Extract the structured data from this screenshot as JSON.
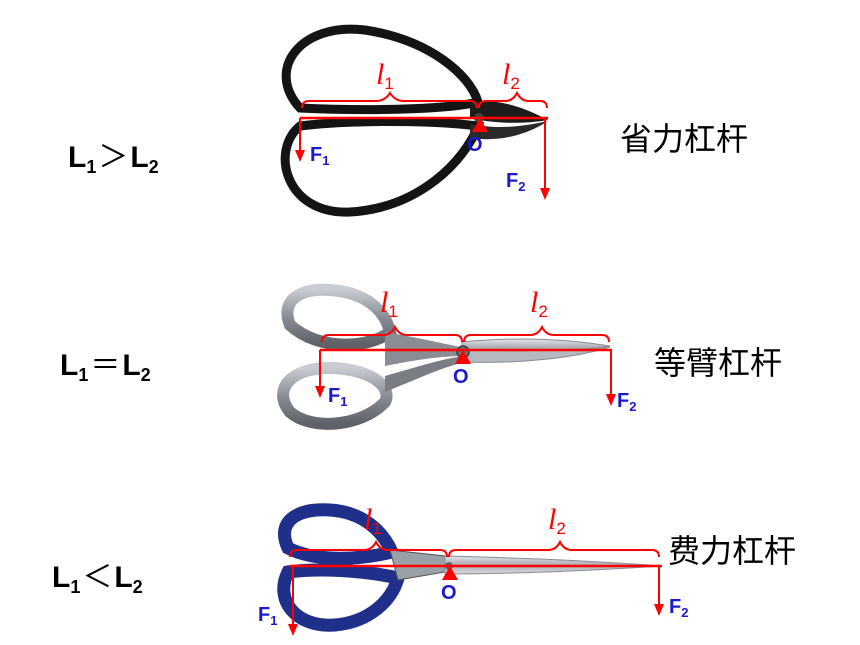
{
  "rows": [
    {
      "relation": {
        "a": "L",
        "a_sub": "1",
        "op": "＞",
        "b": "L",
        "b_sub": "2"
      },
      "category": "省力杠杆",
      "arm1": {
        "letter": "l",
        "sub": "1"
      },
      "arm2": {
        "letter": "l",
        "sub": "2"
      },
      "force1": {
        "letter": "F",
        "sub": "1"
      },
      "force2": {
        "letter": "F",
        "sub": "2"
      },
      "pivot": "O"
    },
    {
      "relation": {
        "a": "L",
        "a_sub": "1",
        "op": "＝",
        "b": "L",
        "b_sub": "2"
      },
      "category": "等臂杠杆",
      "arm1": {
        "letter": "l",
        "sub": "1"
      },
      "arm2": {
        "letter": "l",
        "sub": "2"
      },
      "force1": {
        "letter": "F",
        "sub": "1"
      },
      "force2": {
        "letter": "F",
        "sub": "2"
      },
      "pivot": "O"
    },
    {
      "relation": {
        "a": "L",
        "a_sub": "1",
        "op": "＜",
        "b": "L",
        "b_sub": "2"
      },
      "category": "费力杠杆",
      "arm1": {
        "letter": "l",
        "sub": "1"
      },
      "arm2": {
        "letter": "l",
        "sub": "2"
      },
      "force1": {
        "letter": "F",
        "sub": "1"
      },
      "force2": {
        "letter": "F",
        "sub": "2"
      },
      "pivot": "O"
    }
  ],
  "colors": {
    "annotation_red": "#ff0000",
    "label_blue": "#1a1acc",
    "scissors_black": "#141414",
    "scissors_silver": "#8a8d94",
    "scissors_blue": "#1f2f8a"
  },
  "icons": [
    "scissors-tailor-icon",
    "scissors-steel-icon",
    "scissors-blue-icon"
  ]
}
